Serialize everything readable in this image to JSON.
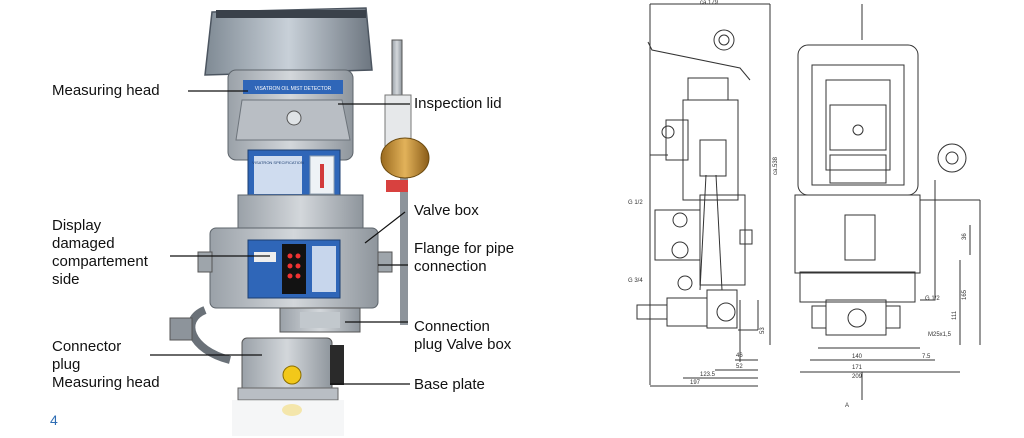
{
  "photo_labels": {
    "measuring_head": "Measuring head",
    "inspection_lid": "Inspection lid",
    "display": "Display\ndamaged\ncompartement\nside",
    "valve_box": "Valve box",
    "flange": "Flange for pipe\nconnection",
    "connector_plug": "Connector\nplug\nMeasuring head",
    "connection_plug": "Connection\nplug Valve box",
    "base_plate": "Base plate"
  },
  "device_text": {
    "head_banner": "VISATRON OIL MIST DETECTOR",
    "panel_title": "VISATRON SPECIFICATION"
  },
  "page_number": "4",
  "drawing_dims": {
    "top_width": "ca.179",
    "height": "ca.538",
    "g12_left": "G 1/2",
    "g34": "G 3/4",
    "d46": "46",
    "d52": "52",
    "d1235": "123.5",
    "d197": "197",
    "d53": "53",
    "d140": "140",
    "d75": "7.5",
    "d171": "171",
    "d209": "209",
    "g12_right": "G 1/2",
    "m25": "M25x1,5",
    "d36": "36",
    "d111": "111",
    "d165": "165",
    "section": "A"
  }
}
